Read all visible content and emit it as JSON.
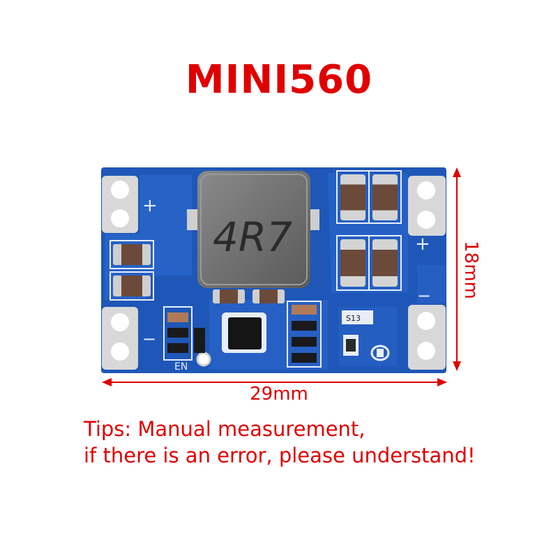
{
  "title": "MINI560",
  "dimensions": {
    "width_label": "29mm",
    "height_label": "18mm"
  },
  "board": {
    "inductor_marking": "4R7",
    "silkscreen": {
      "plus_left": "+",
      "minus_left": "−",
      "plus_right": "+",
      "minus_right": "−",
      "enable": "EN",
      "chip_label": "S13"
    }
  },
  "tips": {
    "line1": "Tips: Manual measurement,",
    "line2": "if there is an error, please understand!"
  },
  "colors": {
    "accent": "#e00000",
    "pcb": "#1f57b8",
    "pcb_trace": "#2f6ad0",
    "pad": "#d8d8d8"
  }
}
